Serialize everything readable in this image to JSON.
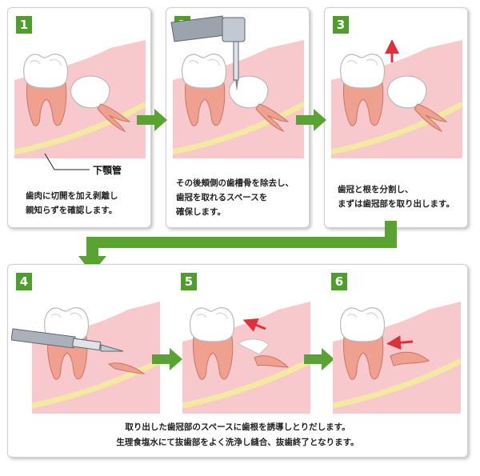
{
  "steps": [
    {
      "number": "1",
      "caption": "歯肉に切開を加え剥離し\n親知らずを確認します。",
      "label": "下顎管"
    },
    {
      "number": "2",
      "caption": "その後頬側の歯槽骨を除去し、\n歯冠を取れるスペースを\n確保します。"
    },
    {
      "number": "3",
      "caption": "歯冠と根を分割し、\nまずは歯冠部を取り出します。"
    },
    {
      "number": "4"
    },
    {
      "number": "5"
    },
    {
      "number": "6"
    }
  ],
  "bottom_caption": "取り出した歯冠部のスペースに歯根を誘導しとりだします。\n生理食塩水にて抜歯部をよく洗浄し縫合、抜歯終了となります。",
  "colors": {
    "badge": "#4f9d2d",
    "arrow": "#5aa332",
    "gum": "#f7c9cc",
    "canal": "#f3e9a0",
    "red_arrow": "#e0303a"
  }
}
